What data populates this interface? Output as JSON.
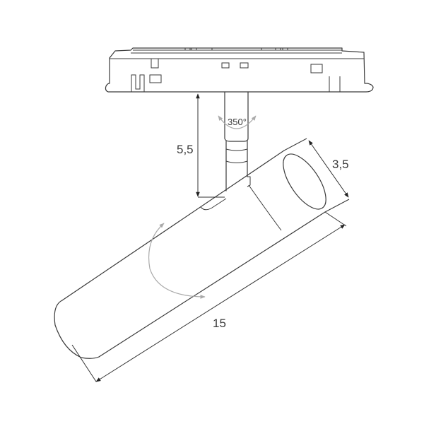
{
  "diagram": {
    "subject": "Track spotlight with adapter",
    "colors": {
      "outline": "#3a3a3a",
      "dimension": "#333333",
      "rotation_arrow": "#aaaaaa",
      "background": "#ffffff"
    },
    "dimensions": {
      "stem_height": "5,5",
      "head_diameter": "3,5",
      "body_length": "15"
    },
    "annotations": {
      "rotation_stem": "350°"
    },
    "parts": [
      {
        "id": "track-adapter",
        "label": "Track adapter"
      },
      {
        "id": "stem",
        "label": "Stem"
      },
      {
        "id": "lamp-body",
        "label": "Cylindrical lamp body"
      },
      {
        "id": "lamp-head",
        "label": "Lamp head / lens"
      }
    ]
  }
}
